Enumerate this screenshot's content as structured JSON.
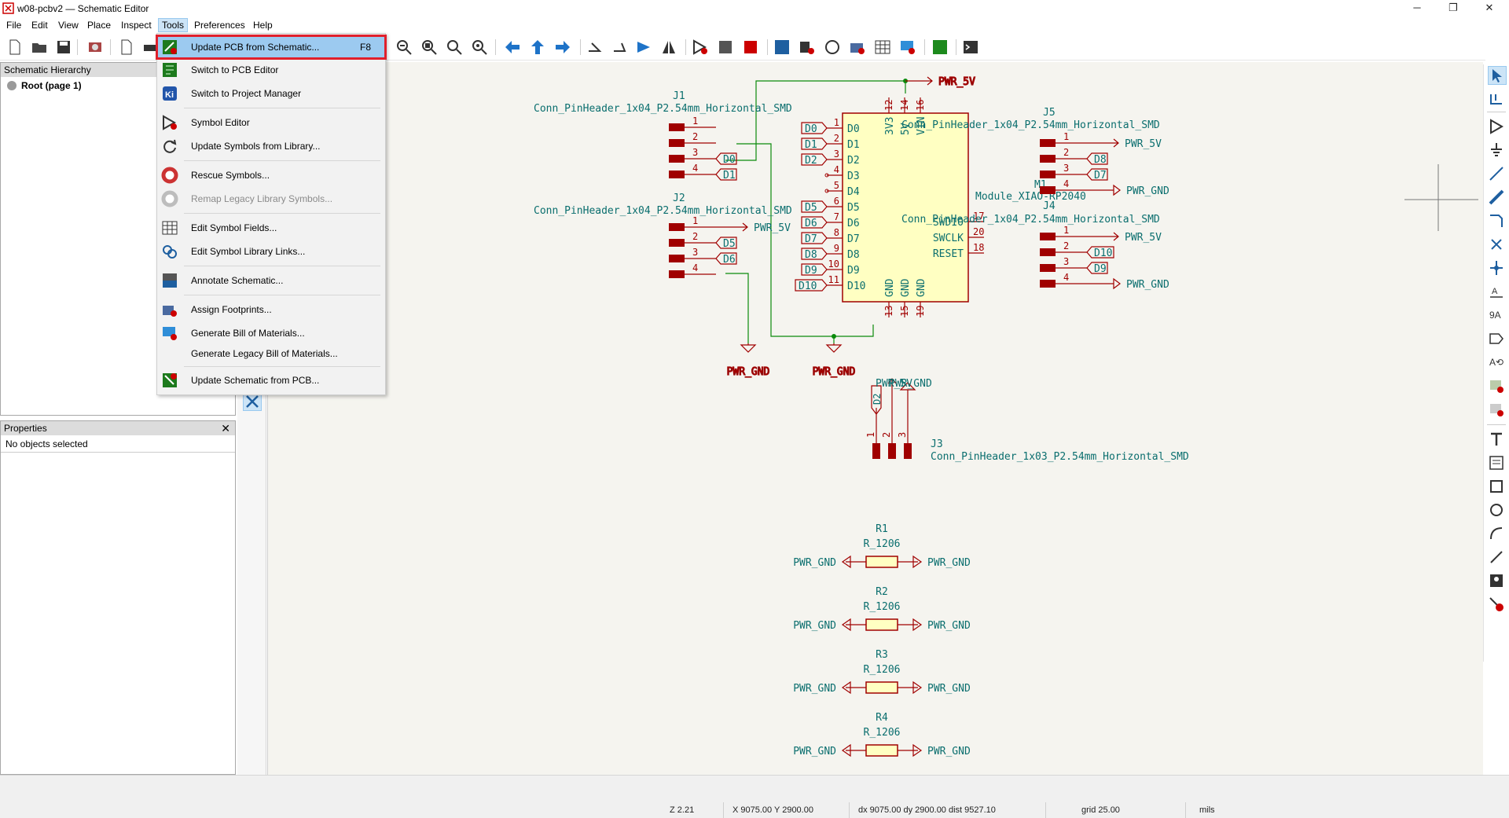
{
  "window": {
    "title": "w08-pcbv2 — Schematic Editor",
    "minimize": "─",
    "restore": "❐",
    "close": "✕"
  },
  "menubar": [
    "File",
    "Edit",
    "View",
    "Place",
    "Inspect",
    "Tools",
    "Preferences",
    "Help"
  ],
  "menubar_active": "Tools",
  "tools_menu": {
    "items": [
      {
        "label": "Update PCB from Schematic...",
        "shortcut": "F8",
        "icon": "update-pcb-icon",
        "highlighted": true
      },
      {
        "label": "Switch to PCB Editor",
        "icon": "pcb-editor-icon"
      },
      {
        "label": "Switch to Project Manager",
        "icon": "kicad-project-icon"
      },
      {
        "label": "Symbol Editor",
        "icon": "symbol-editor-icon"
      },
      {
        "label": "Update Symbols from Library...",
        "icon": "refresh-icon"
      },
      {
        "label": "Rescue Symbols...",
        "icon": "lifebuoy-icon"
      },
      {
        "label": "Remap Legacy Library Symbols...",
        "icon": "lifebuoy-grey-icon",
        "disabled": true
      },
      {
        "label": "Edit Symbol Fields...",
        "icon": "table-icon"
      },
      {
        "label": "Edit Symbol Library Links...",
        "icon": "link-icon"
      },
      {
        "label": "Annotate Schematic...",
        "icon": "annotate-icon"
      },
      {
        "label": "Assign Footprints...",
        "icon": "footprint-icon"
      },
      {
        "label": "Generate Bill of Materials...",
        "icon": "bom-icon"
      },
      {
        "label": "Generate Legacy Bill of Materials...",
        "icon": "none"
      },
      {
        "label": "Update Schematic from PCB...",
        "icon": "update-schematic-icon"
      }
    ]
  },
  "panels": {
    "hierarchy_title": "Schematic Hierarchy",
    "hierarchy_root": "Root (page 1)",
    "properties_title": "Properties",
    "properties_close": "✕",
    "properties_status": "No objects selected"
  },
  "status": {
    "zoom": "Z 2.21",
    "xy": "X 9075.00  Y 2900.00",
    "dxy": "dx 9075.00  dy 2900.00  dist 9527.10",
    "grid": "grid 25.00",
    "units": "mils"
  },
  "schematic": {
    "colors": {
      "wire": "#0a8a0a",
      "component": "#a00000",
      "text": "#0a6e6e",
      "body_fill": "#ffffc2",
      "bg": "#f5f4ef"
    },
    "power": {
      "v5": "PWR_5V",
      "gnd": "PWR_GND"
    },
    "j1": {
      "ref": "J1",
      "value": "Conn_PinHeader_1x04_P2.54mm_Horizontal_SMD",
      "pins": [
        "1",
        "2",
        "3",
        "4"
      ],
      "labels": [
        "D0",
        "D1"
      ]
    },
    "j2": {
      "ref": "J2",
      "value": "Conn_PinHeader_1x04_P2.54mm_Horizontal_SMD",
      "pins": [
        "1",
        "2",
        "3",
        "4"
      ],
      "labels": [
        "D5",
        "D6"
      ]
    },
    "j3": {
      "ref": "J3",
      "value": "Conn_PinHeader_1x03_P2.54mm_Horizontal_SMD",
      "pins": [
        "1",
        "2",
        "3"
      ],
      "label": "D2",
      "overlap": "PWR_5V"
    },
    "j4": {
      "ref": "J4",
      "value": "Conn_PinHeader_1x04_P2.54mm_Horizontal_SMD",
      "pins": [
        "1",
        "2",
        "3",
        "4"
      ],
      "labels": [
        "D10",
        "D9"
      ]
    },
    "j5": {
      "ref": "J5",
      "value": "Conn_PinHeader_1x04_P2.54mm_Horizontal_SMD",
      "pins": [
        "1",
        "2",
        "3",
        "4"
      ],
      "labels": [
        "D8",
        "D7"
      ]
    },
    "m1": {
      "ref": "M1",
      "value": "Module_XIAO-RP2040",
      "left_pins": [
        {
          "name": "D0",
          "num": "1"
        },
        {
          "name": "D1",
          "num": "2"
        },
        {
          "name": "D2",
          "num": "3"
        },
        {
          "name": "D3",
          "num": "4"
        },
        {
          "name": "D4",
          "num": "5"
        },
        {
          "name": "D5",
          "num": "6"
        },
        {
          "name": "D6",
          "num": "7"
        },
        {
          "name": "D7",
          "num": "8"
        },
        {
          "name": "D8",
          "num": "9"
        },
        {
          "name": "D9",
          "num": "10"
        },
        {
          "name": "D10",
          "num": "11"
        }
      ],
      "left_labels": [
        "D0",
        "D1",
        "D2",
        "D5",
        "D6",
        "D7",
        "D8",
        "D9",
        "D10"
      ],
      "right_pins": [
        {
          "name": "SWDIO",
          "num": "17"
        },
        {
          "name": "SWCLK",
          "num": "20"
        },
        {
          "name": "RESET",
          "num": "18"
        }
      ],
      "top_pins": [
        {
          "name": "3V3",
          "num": "12"
        },
        {
          "name": "5V",
          "num": "14"
        },
        {
          "name": "VIN",
          "num": "16"
        }
      ],
      "bottom_pins": [
        {
          "name": "GND",
          "num": "13"
        },
        {
          "name": "GND",
          "num": "15"
        },
        {
          "name": "GND",
          "num": "19"
        }
      ]
    },
    "resistors": [
      {
        "ref": "R1",
        "value": "R_1206"
      },
      {
        "ref": "R2",
        "value": "R_1206"
      },
      {
        "ref": "R3",
        "value": "R_1206"
      },
      {
        "ref": "R4",
        "value": "R_1206"
      }
    ]
  }
}
